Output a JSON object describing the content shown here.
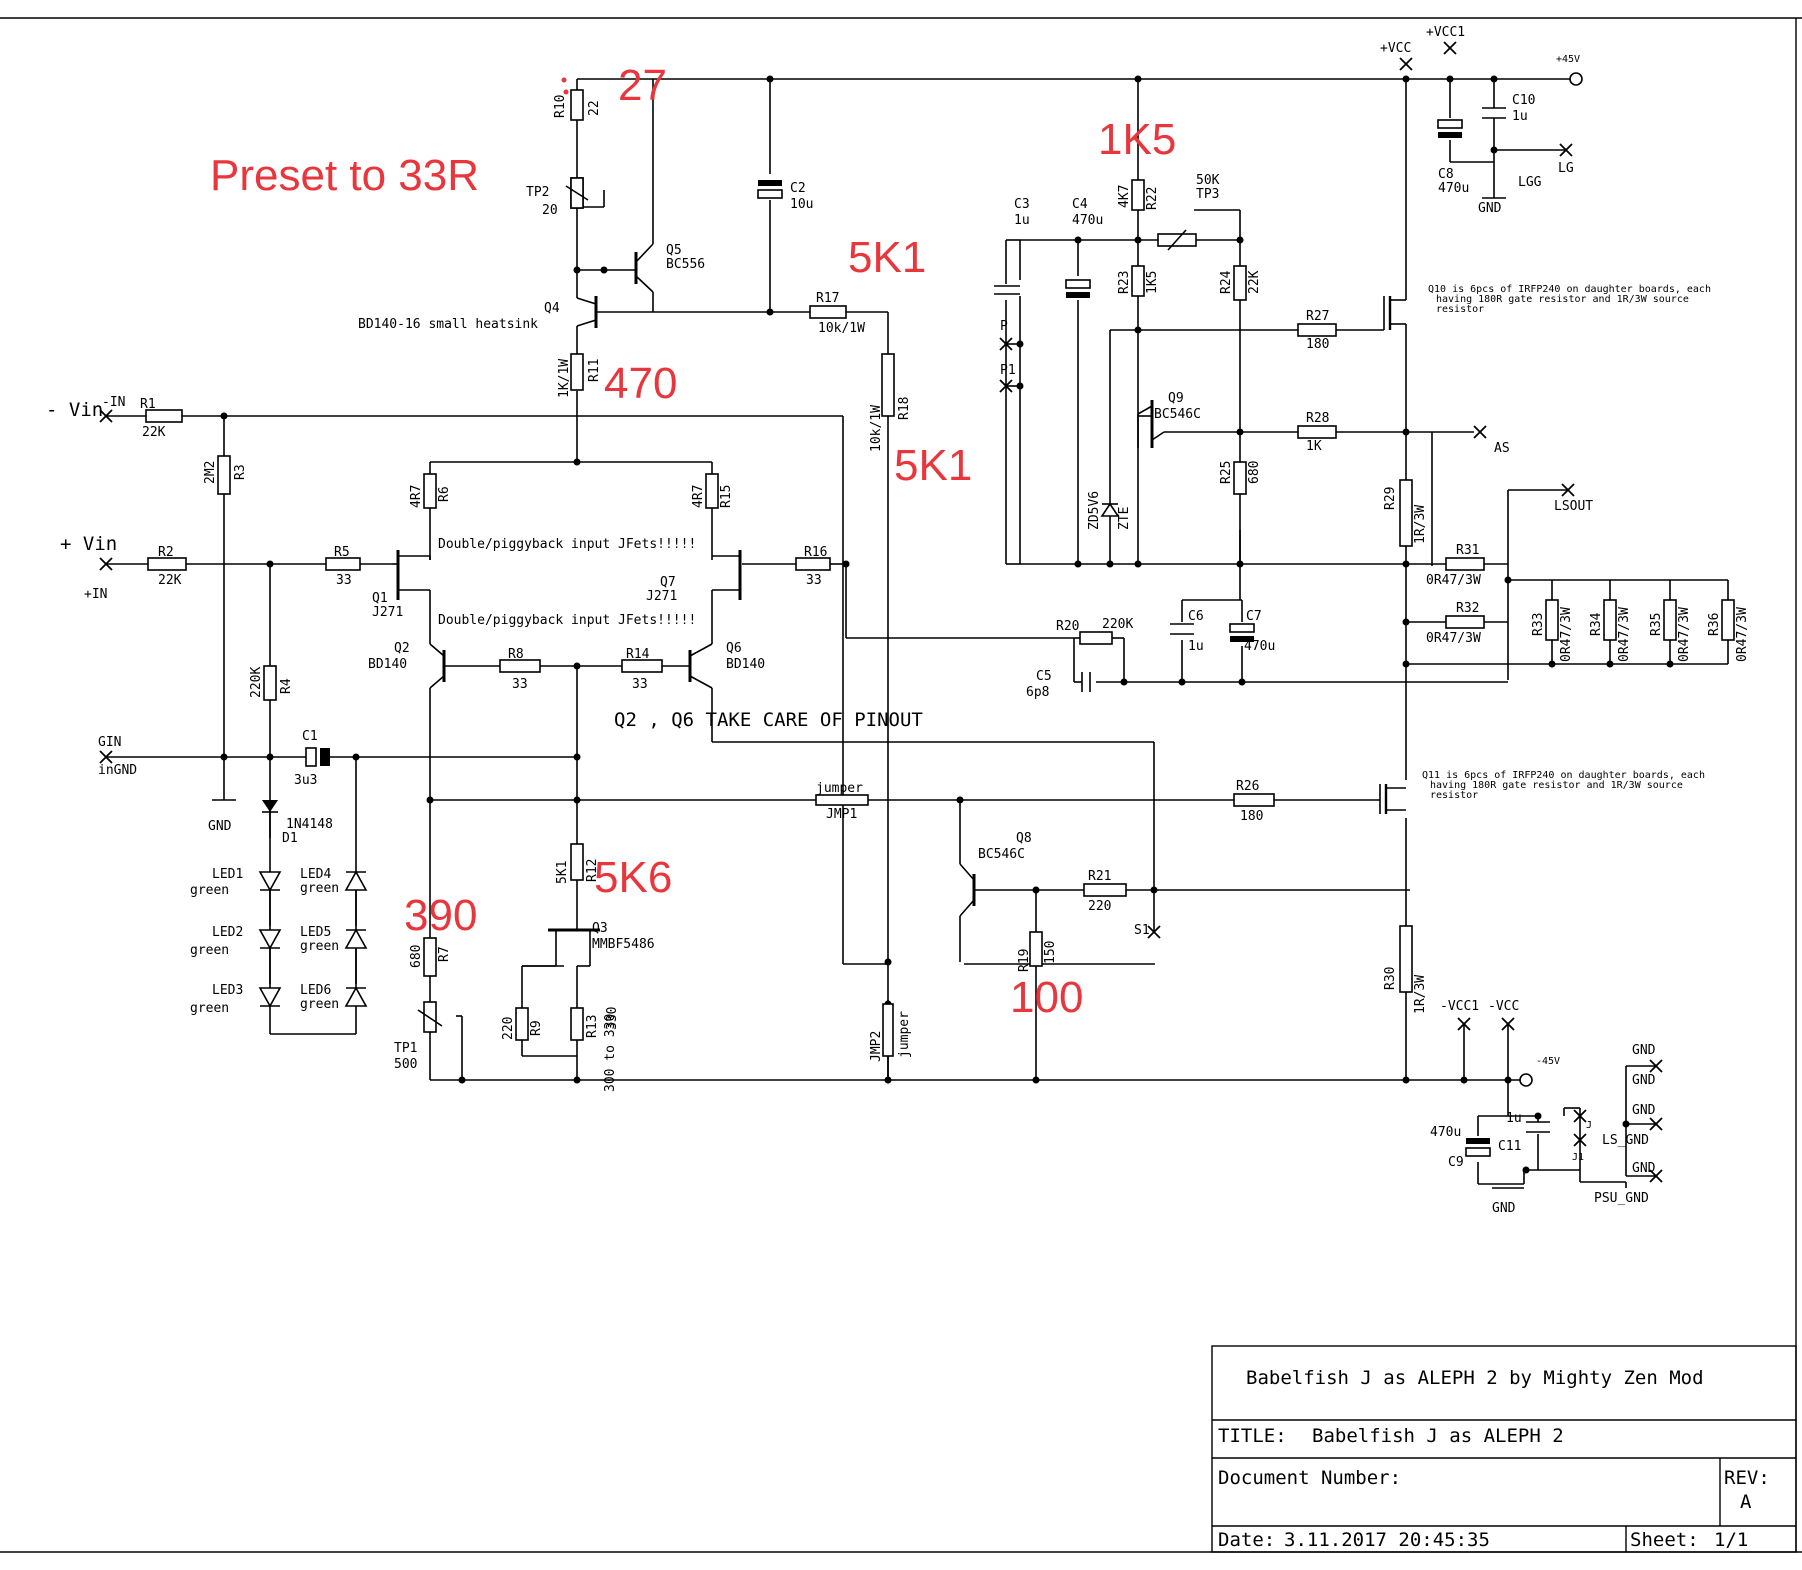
{
  "sheet": {
    "border_color": "#000000",
    "annotation_color": "#e8363c"
  },
  "annotations": {
    "preset": "Preset to 33R",
    "r10_value": "27",
    "r11_value": "470",
    "r17_value": "5K1",
    "r18_value": "5K1",
    "r22_value": "1K5",
    "r12_value": "5K6",
    "r7_value": "390",
    "r19_value": "100"
  },
  "notes": {
    "jfet_top": "Double/piggyback input JFets!!!!!",
    "jfet_bottom": "Double/piggyback input JFets!!!!!",
    "pinout": "Q2 , Q6 TAKE CARE OF PINOUT",
    "q10_line1": "Q10 is 6pcs of IRFP240 on daughter boards, each",
    "q10_line2": "having 180R gate resistor and 1R/3W source",
    "q10_line3": "resistor",
    "q11_line1": "Q11 is 6pcs of IRFP240 on daughter boards, each",
    "q11_line2": "having 180R gate resistor and 1R/3W source",
    "q11_line3": "resistor"
  },
  "ports": {
    "neg_vin": "- Vin",
    "neg_in": "-IN",
    "pos_vin": "+ Vin",
    "pos_in": "+IN",
    "gin": "GIN",
    "ingnd": "inGND",
    "gnd_a": "GND",
    "p": "P",
    "p1": "P1",
    "as": "AS",
    "lsout": "LSOUT",
    "lg": "LG",
    "lgg": "LGG",
    "gnd_c8": "GND",
    "s1": "S1",
    "vcc_pos": "+VCC",
    "vcc1_pos": "+VCC1",
    "v45_pos": "+45V",
    "vcc_neg": "-VCC",
    "vcc1_neg": "-VCC1",
    "v45_neg": "-45V",
    "gnd_r1": "GND",
    "gnd_r2": "GND",
    "gnd_r3": "GND",
    "gnd_r4": "GND",
    "gnd_r5": "GND",
    "ls_gnd": "LS_GND",
    "psu_gnd": "PSU_GND",
    "gnd_c9": "GND",
    "j": "J",
    "j1": "J1"
  },
  "components": {
    "r10": {
      "name": "R10",
      "value": "22"
    },
    "tp2": {
      "name": "TP2",
      "value": "20"
    },
    "q5": {
      "name": "Q5",
      "value": "BC556"
    },
    "c2": {
      "name": "C2",
      "value": "10u"
    },
    "q4": {
      "name": "Q4",
      "value": "BD140-16 small heatsink"
    },
    "r17": {
      "name": "R17",
      "value": "10k/1W"
    },
    "r11": {
      "name": "R11",
      "value": "1K/1W"
    },
    "r18": {
      "name": "R18",
      "value": "10k/1W"
    },
    "r1": {
      "name": "R1",
      "value": "22K"
    },
    "r3": {
      "name": "R3",
      "value": "2M2"
    },
    "r2": {
      "name": "R2",
      "value": "22K"
    },
    "r5": {
      "name": "R5",
      "value": "33"
    },
    "r6": {
      "name": "R6",
      "value": "4R7"
    },
    "r15": {
      "name": "R15",
      "value": "4R7"
    },
    "q1": {
      "name": "Q1",
      "value": "J271"
    },
    "q7": {
      "name": "Q7",
      "value": "J271"
    },
    "r16": {
      "name": "R16",
      "value": "33"
    },
    "q2": {
      "name": "Q2",
      "value": "BD140"
    },
    "q6": {
      "name": "Q6",
      "value": "BD140"
    },
    "r8": {
      "name": "R8",
      "value": "33"
    },
    "r14": {
      "name": "R14",
      "value": "33"
    },
    "r4": {
      "name": "R4",
      "value": "220K"
    },
    "c1": {
      "name": "C1",
      "value": "3u3"
    },
    "d1": {
      "name": "D1",
      "value": "1N4148"
    },
    "led1": {
      "name": "LED1",
      "value": "green"
    },
    "led2": {
      "name": "LED2",
      "value": "green"
    },
    "led3": {
      "name": "LED3",
      "value": "green"
    },
    "led4": {
      "name": "LED4",
      "value": "green"
    },
    "led5": {
      "name": "LED5",
      "value": "green"
    },
    "led6": {
      "name": "LED6",
      "value": "green"
    },
    "r12": {
      "name": "R12",
      "value": "5K1"
    },
    "q3": {
      "name": "Q3",
      "value": "MMBF5486"
    },
    "r7": {
      "name": "R7",
      "value": "680"
    },
    "tp1": {
      "name": "TP1",
      "value": "500"
    },
    "r9": {
      "name": "R9",
      "value": "220"
    },
    "r13": {
      "name": "R13",
      "value": "330"
    },
    "r13_alt": "300 to 330",
    "jmp1": {
      "name": "JMP1",
      "value": "jumper"
    },
    "jmp2": {
      "name": "JMP2",
      "value": "jumper"
    },
    "q8": {
      "name": "Q8",
      "value": "BC546C"
    },
    "r21": {
      "name": "R21",
      "value": "220"
    },
    "r19": {
      "name": "R19",
      "value": "150"
    },
    "r26": {
      "name": "R26",
      "value": "180"
    },
    "c3": {
      "name": "C3",
      "value": "1u"
    },
    "c4": {
      "name": "C4",
      "value": "470u"
    },
    "r22": {
      "name": "R22",
      "value": "4K7"
    },
    "tp3": {
      "name": "TP3",
      "value": "50K"
    },
    "r23": {
      "name": "R23",
      "value": "1K5"
    },
    "r24": {
      "name": "R24",
      "value": "22K"
    },
    "r27": {
      "name": "R27",
      "value": "180"
    },
    "q9": {
      "name": "Q9",
      "value": "BC546C"
    },
    "r28": {
      "name": "R28",
      "value": "1K"
    },
    "r25": {
      "name": "R25",
      "value": "680"
    },
    "zd": {
      "name": "ZD5V6",
      "value": "ZTE"
    },
    "c6": {
      "name": "C6",
      "value": "1u"
    },
    "c7": {
      "name": "C7",
      "value": "470u"
    },
    "r20": {
      "name": "R20",
      "value": "220K"
    },
    "c5": {
      "name": "C5",
      "value": "6p8"
    },
    "r29": {
      "name": "R29",
      "value": "1R/3W"
    },
    "r30": {
      "name": "R30",
      "value": "1R/3W"
    },
    "r31": {
      "name": "R31",
      "value": "0R47/3W"
    },
    "r32": {
      "name": "R32",
      "value": "0R47/3W"
    },
    "r33": {
      "name": "R33",
      "value": "0R47/3W"
    },
    "r34": {
      "name": "R34",
      "value": "0R47/3W"
    },
    "r35": {
      "name": "R35",
      "value": "0R47/3W"
    },
    "r36": {
      "name": "R36",
      "value": "0R47/3W"
    },
    "c8": {
      "name": "C8",
      "value": "470u"
    },
    "c10": {
      "name": "C10",
      "value": "1u"
    },
    "c9": {
      "name": "C9",
      "value": "470u"
    },
    "c11": {
      "name": "C11",
      "value": "1u"
    }
  },
  "title_block": {
    "heading": "Babelfish J as ALEPH 2   by Mighty Zen Mod",
    "title_label": "TITLE:",
    "title_value": "Babelfish J as ALEPH 2",
    "doc_label": "Document Number:",
    "rev_label": "REV:",
    "rev_value": "A",
    "date_label": "Date:",
    "date_value": "3.11.2017 20:45:35",
    "sheet_label": "Sheet:",
    "sheet_value": "1/1"
  }
}
